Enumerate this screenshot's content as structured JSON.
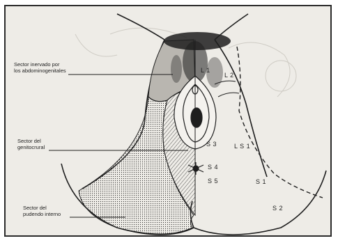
{
  "labels": {
    "abdomino_line1": "Sector inervado por",
    "abdomino_line2": "los abdominogenitales",
    "genito_line1": "Sector del",
    "genito_line2": "genitocrural",
    "pudendo_line1": "Sector del",
    "pudendo_line2": "pudendo interno"
  },
  "segments": {
    "l1": "L 1",
    "l2": "L 2",
    "s3": "S 3",
    "s4": "S 4",
    "s5": "S 5",
    "ls1": "L S 1",
    "s1": "S 1",
    "s2": "S 2"
  },
  "colors": {
    "ink": "#1e1e1e",
    "paper": "#eeece7",
    "abdomino_fill": "#b9b6b0"
  }
}
